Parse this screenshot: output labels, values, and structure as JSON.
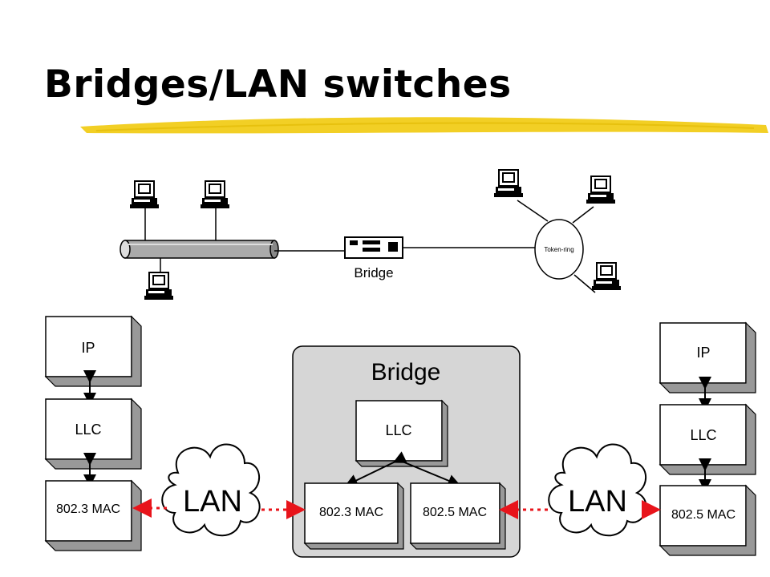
{
  "title": "Bridges/LAN switches",
  "underline_color": "#f2cf25",
  "topology": {
    "bridge_label": "Bridge",
    "token_ring_label": "Token-ring"
  },
  "left_stack": {
    "top": "IP",
    "middle": "LLC",
    "bottom": "802.3 MAC"
  },
  "bridge_box": {
    "title": "Bridge",
    "llc": "LLC",
    "mac_a": "802.3 MAC",
    "mac_b": "802.5 MAC"
  },
  "right_stack": {
    "top": "IP",
    "middle": "LLC",
    "bottom": "802.5 MAC"
  },
  "clouds": {
    "left": "LAN",
    "right": "LAN"
  },
  "link_color": "#e8141b"
}
